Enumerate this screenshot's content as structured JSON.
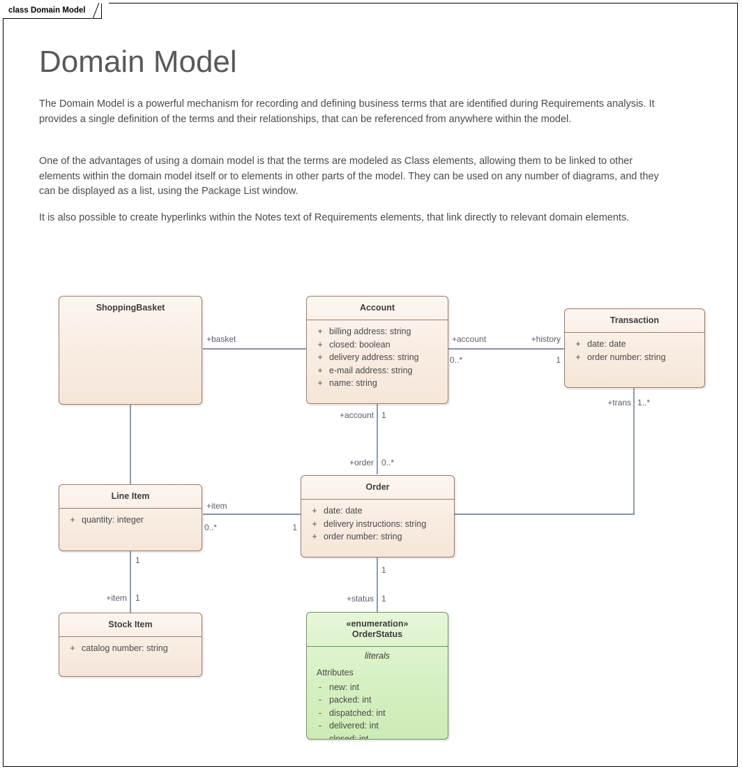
{
  "frame": {
    "tab_label": "class Domain Model"
  },
  "document": {
    "title": "Domain Model",
    "paragraphs": [
      "The Domain Model is a powerful mechanism for recording and defining business terms that are identified during Requirements analysis.  It provides a single definition of the terms and their relationships, that can be referenced from anywhere within the model.",
      "One of the advantages of using a domain model is that the terms are modeled as Class elements, allowing them to be linked to other elements within the domain model itself or to elements in other parts of the model.  They can be used on any number of diagrams, and they can be displayed as a list, using the Package List window.",
      "It is also possible to create hyperlinks within the Notes text of Requirements elements, that link directly to relevant domain elements."
    ]
  },
  "colors": {
    "class_fill": "#f8ece1",
    "class_border": "#9a7b6a",
    "enum_fill": "#d6f0c2",
    "enum_border": "#6f8f63",
    "connector": "#5f6f8c",
    "title_text": "#595959",
    "body_text": "#4a4a4a"
  },
  "classes": [
    {
      "id": "shoppingbasket",
      "name": "ShoppingBasket",
      "stereotype": "",
      "attributes": []
    },
    {
      "id": "account",
      "name": "Account",
      "stereotype": "",
      "attributes": [
        {
          "visibility": "+",
          "text": "billing address: string"
        },
        {
          "visibility": "+",
          "text": "closed: boolean"
        },
        {
          "visibility": "+",
          "text": "delivery address: string"
        },
        {
          "visibility": "+",
          "text": "e-mail address: string"
        },
        {
          "visibility": "+",
          "text": "name: string"
        }
      ]
    },
    {
      "id": "transaction",
      "name": "Transaction",
      "stereotype": "",
      "attributes": [
        {
          "visibility": "+",
          "text": "date: date"
        },
        {
          "visibility": "+",
          "text": "order number: string"
        }
      ]
    },
    {
      "id": "lineitem",
      "name": "Line Item",
      "stereotype": "",
      "attributes": [
        {
          "visibility": "+",
          "text": "quantity: integer"
        }
      ]
    },
    {
      "id": "order",
      "name": "Order",
      "stereotype": "",
      "attributes": [
        {
          "visibility": "+",
          "text": "date: date"
        },
        {
          "visibility": "+",
          "text": "delivery instructions: string"
        },
        {
          "visibility": "+",
          "text": "order number: string"
        }
      ]
    },
    {
      "id": "stockitem",
      "name": "Stock Item",
      "stereotype": "",
      "attributes": [
        {
          "visibility": "+",
          "text": "catalog number: string"
        }
      ]
    },
    {
      "id": "orderstatus",
      "name": "OrderStatus",
      "stereotype": "«enumeration»",
      "section_label": "literals",
      "group_label": "Attributes",
      "attributes": [
        {
          "visibility": "-",
          "text": "new: int"
        },
        {
          "visibility": "-",
          "text": "packed: int"
        },
        {
          "visibility": "-",
          "text": "dispatched: int"
        },
        {
          "visibility": "-",
          "text": "delivered: int"
        },
        {
          "visibility": "-",
          "text": "closed: int"
        }
      ]
    }
  ],
  "connector_labels": {
    "basket_role": "+basket",
    "account_role_right": "+account",
    "account_mult_right": "0..*",
    "history_role": "+history",
    "history_mult": "1",
    "trans_role": "+trans",
    "trans_mult": "1..*",
    "account_role_down": "+account",
    "account_mult_down": "1",
    "order_role": "+order",
    "order_mult": "0..*",
    "item_role_order": "+item",
    "item_mult_left": "0..*",
    "item_mult_right": "1",
    "lineitem_mult_down": "1",
    "item_role_stock": "+item",
    "item_mult_stock": "1",
    "order_mult_down": "1",
    "status_role": "+status",
    "status_mult": "1"
  }
}
